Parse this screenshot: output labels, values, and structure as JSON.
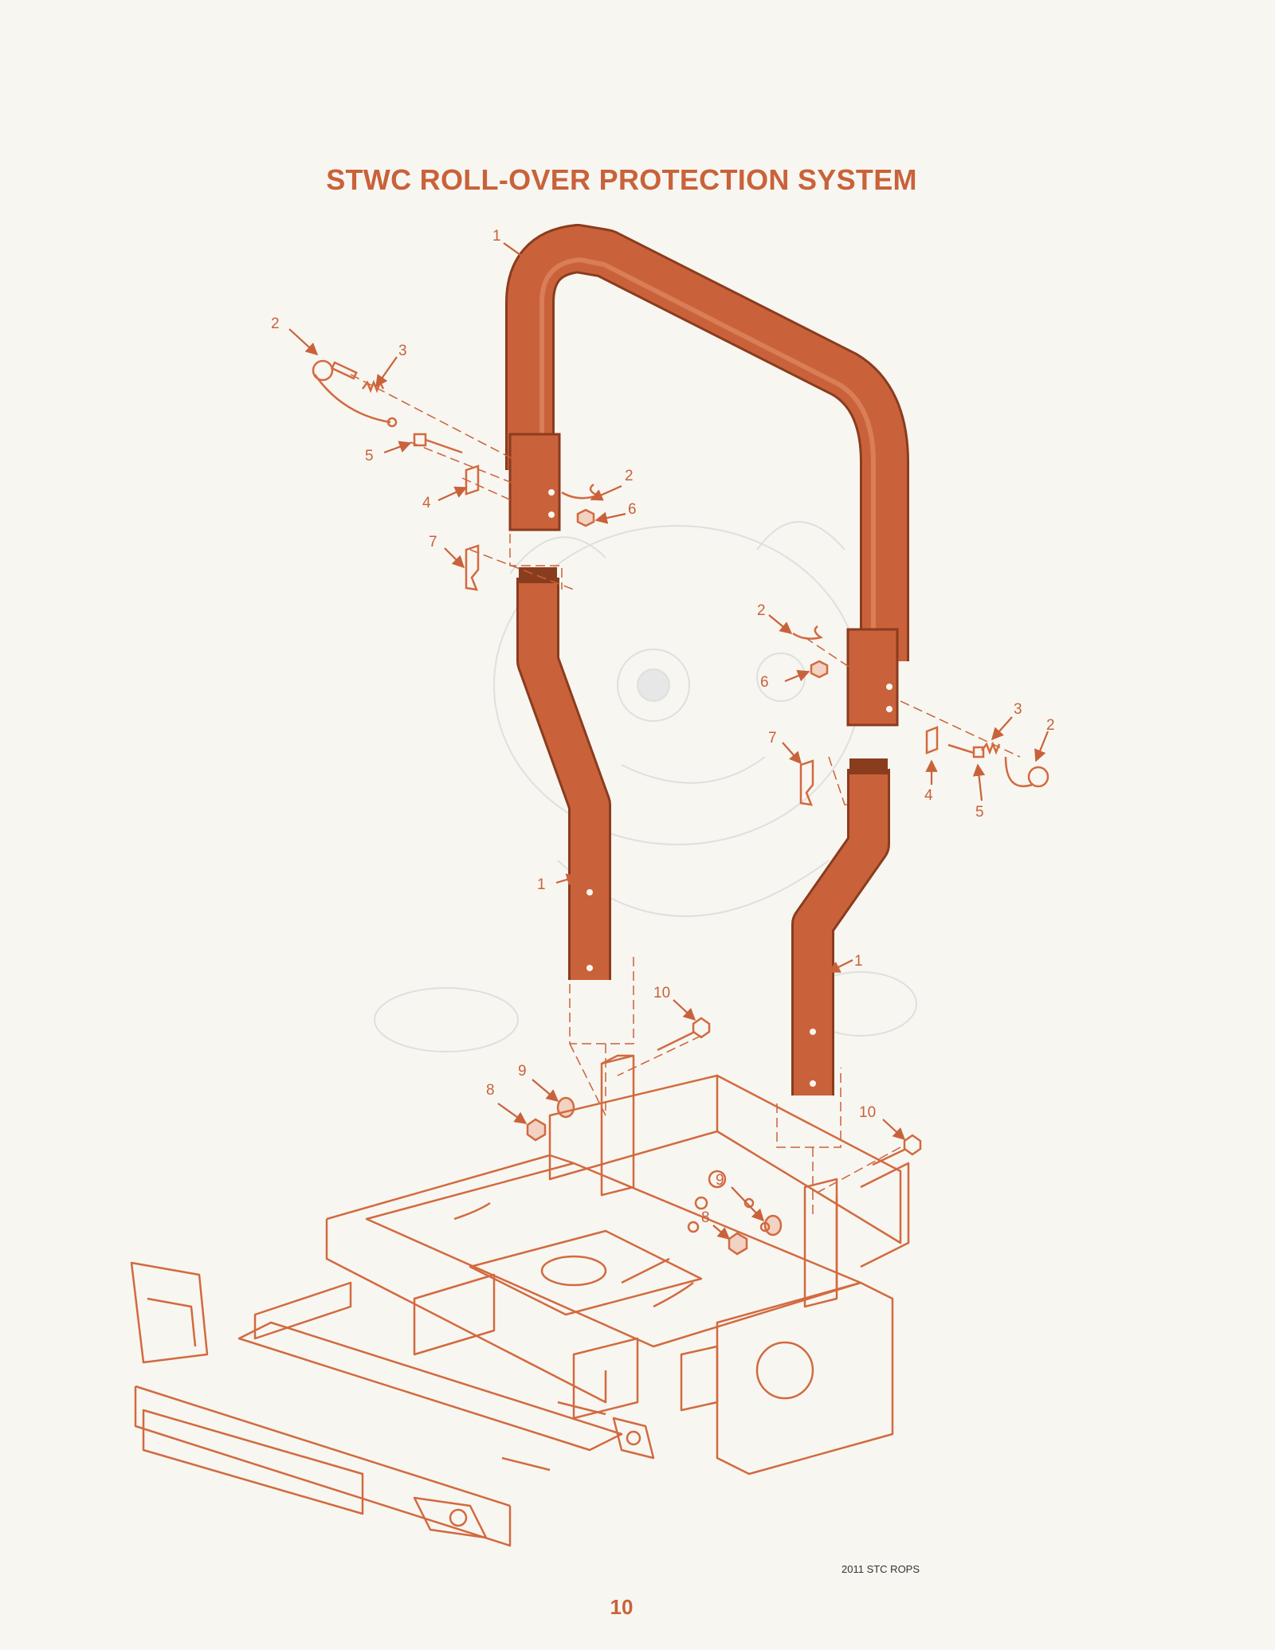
{
  "document": {
    "title": "STWC ROLL-OVER PROTECTION SYSTEM",
    "reference": "2011 STC ROPS",
    "page_number": "10"
  },
  "colors": {
    "accent": "#c9623a",
    "line_art": "#d26a3f",
    "background": "#f8f6f1",
    "watermark": "#dcdcdc"
  },
  "callouts": {
    "roll_bar_upper": "1",
    "hair_pin_upper_left": "2",
    "spring_upper_left": "3",
    "pin_upper_left": "5",
    "bracket_upper_left": "4",
    "hair_pin_mid_left": "2",
    "nut_mid_left": "6",
    "latch_left": "7",
    "hair_pin_right": "2",
    "nut_right": "6",
    "spring_right": "3",
    "lanyard_pin_right": "2",
    "latch_right": "7",
    "bracket_right": "4",
    "pin_right": "5",
    "lower_tube_left": "1",
    "lower_tube_right": "1",
    "bolt_left": "10",
    "washer_left": "9",
    "locknut_left": "8",
    "bolt_right": "10",
    "washer_right": "9",
    "locknut_right": "8"
  }
}
